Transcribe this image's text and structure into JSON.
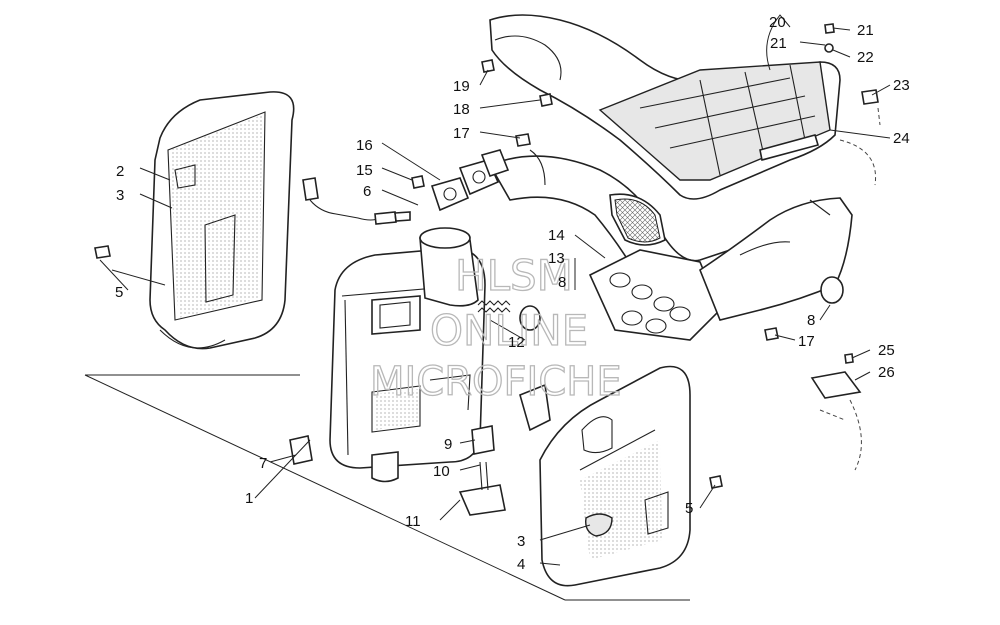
{
  "diagram": {
    "callouts": {
      "c1": "1",
      "c2": "2",
      "c3a": "3",
      "c3b": "3",
      "c4": "4",
      "c5a": "5",
      "c5b": "5",
      "c6": "6",
      "c7": "7",
      "c8a": "8",
      "c8b": "8",
      "c9": "9",
      "c10": "10",
      "c11": "11",
      "c12": "12",
      "c13": "13",
      "c14": "14",
      "c15": "15",
      "c16": "16",
      "c17a": "17",
      "c17b": "17",
      "c18": "18",
      "c19": "19",
      "c20": "20",
      "c21a": "21",
      "c21b": "21",
      "c22": "22",
      "c23": "23",
      "c24": "24",
      "c25": "25",
      "c26": "26"
    },
    "watermark": {
      "line1": "HLSM",
      "line2": "ONLINE",
      "line3": "MICROFICHE"
    }
  }
}
